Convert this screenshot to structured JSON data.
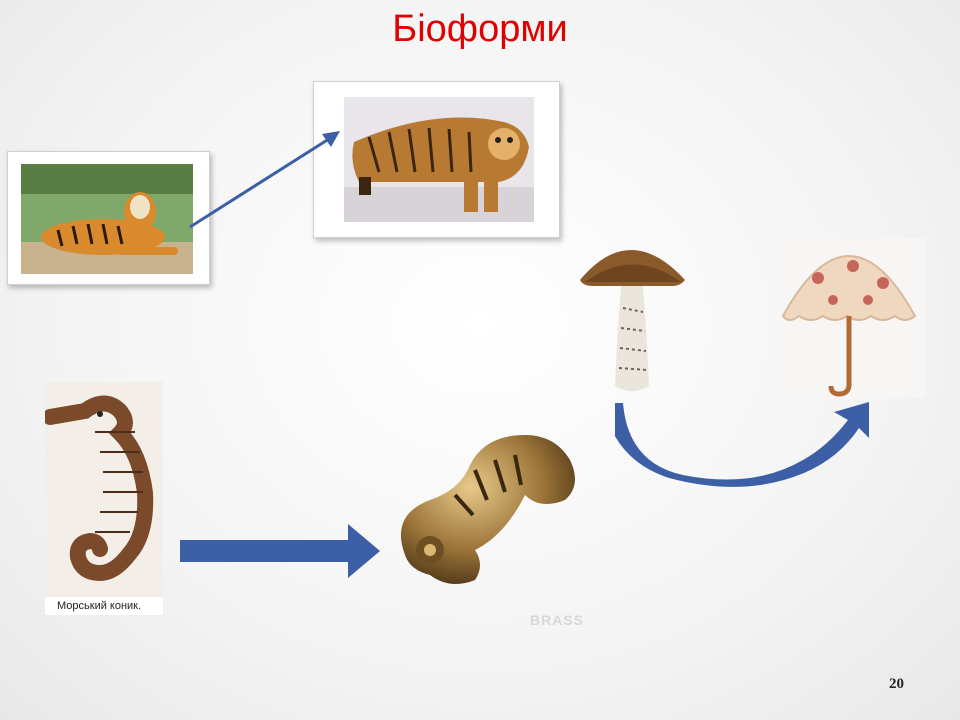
{
  "slide": {
    "title": "Біоформи",
    "page_number": "20",
    "seahorse_caption": "Морський коник.",
    "watermark": "BRASS"
  },
  "colors": {
    "title": "#e00000",
    "arrow": "#3d5fa6"
  },
  "images": {
    "tiger": "tiger-photo",
    "sofa": "tiger-sofa-photo",
    "mushroom": "mushroom-photo",
    "umbrella": "umbrella-photo",
    "seahorse": "seahorse-drawing",
    "brass": "brass-seahorse-photo"
  }
}
